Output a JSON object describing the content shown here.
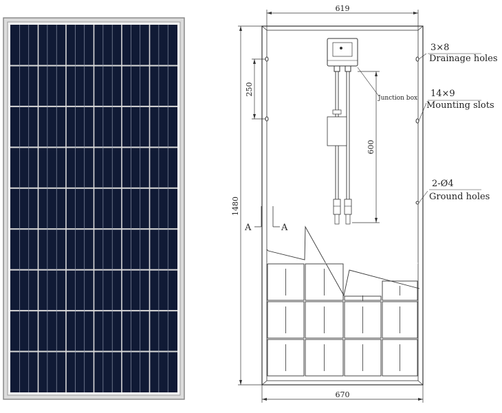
{
  "dimensions": {
    "top_width": "619",
    "bottom_width": "670",
    "height": "1480",
    "upper_offset": "250",
    "cable_length": "600"
  },
  "callouts": {
    "drainage_size": "3×8",
    "drainage_label": "Drainage holes",
    "mounting_size": "14×9",
    "mounting_label": "Mounting slots",
    "ground_size": "2-Ø4",
    "ground_label": "Ground holes",
    "junction_label": "Junction box"
  },
  "section": {
    "left_mark": "A",
    "right_mark": "A"
  },
  "colors": {
    "cell": "#111a33",
    "frame": "#d8d8d8",
    "line": "#333333"
  }
}
